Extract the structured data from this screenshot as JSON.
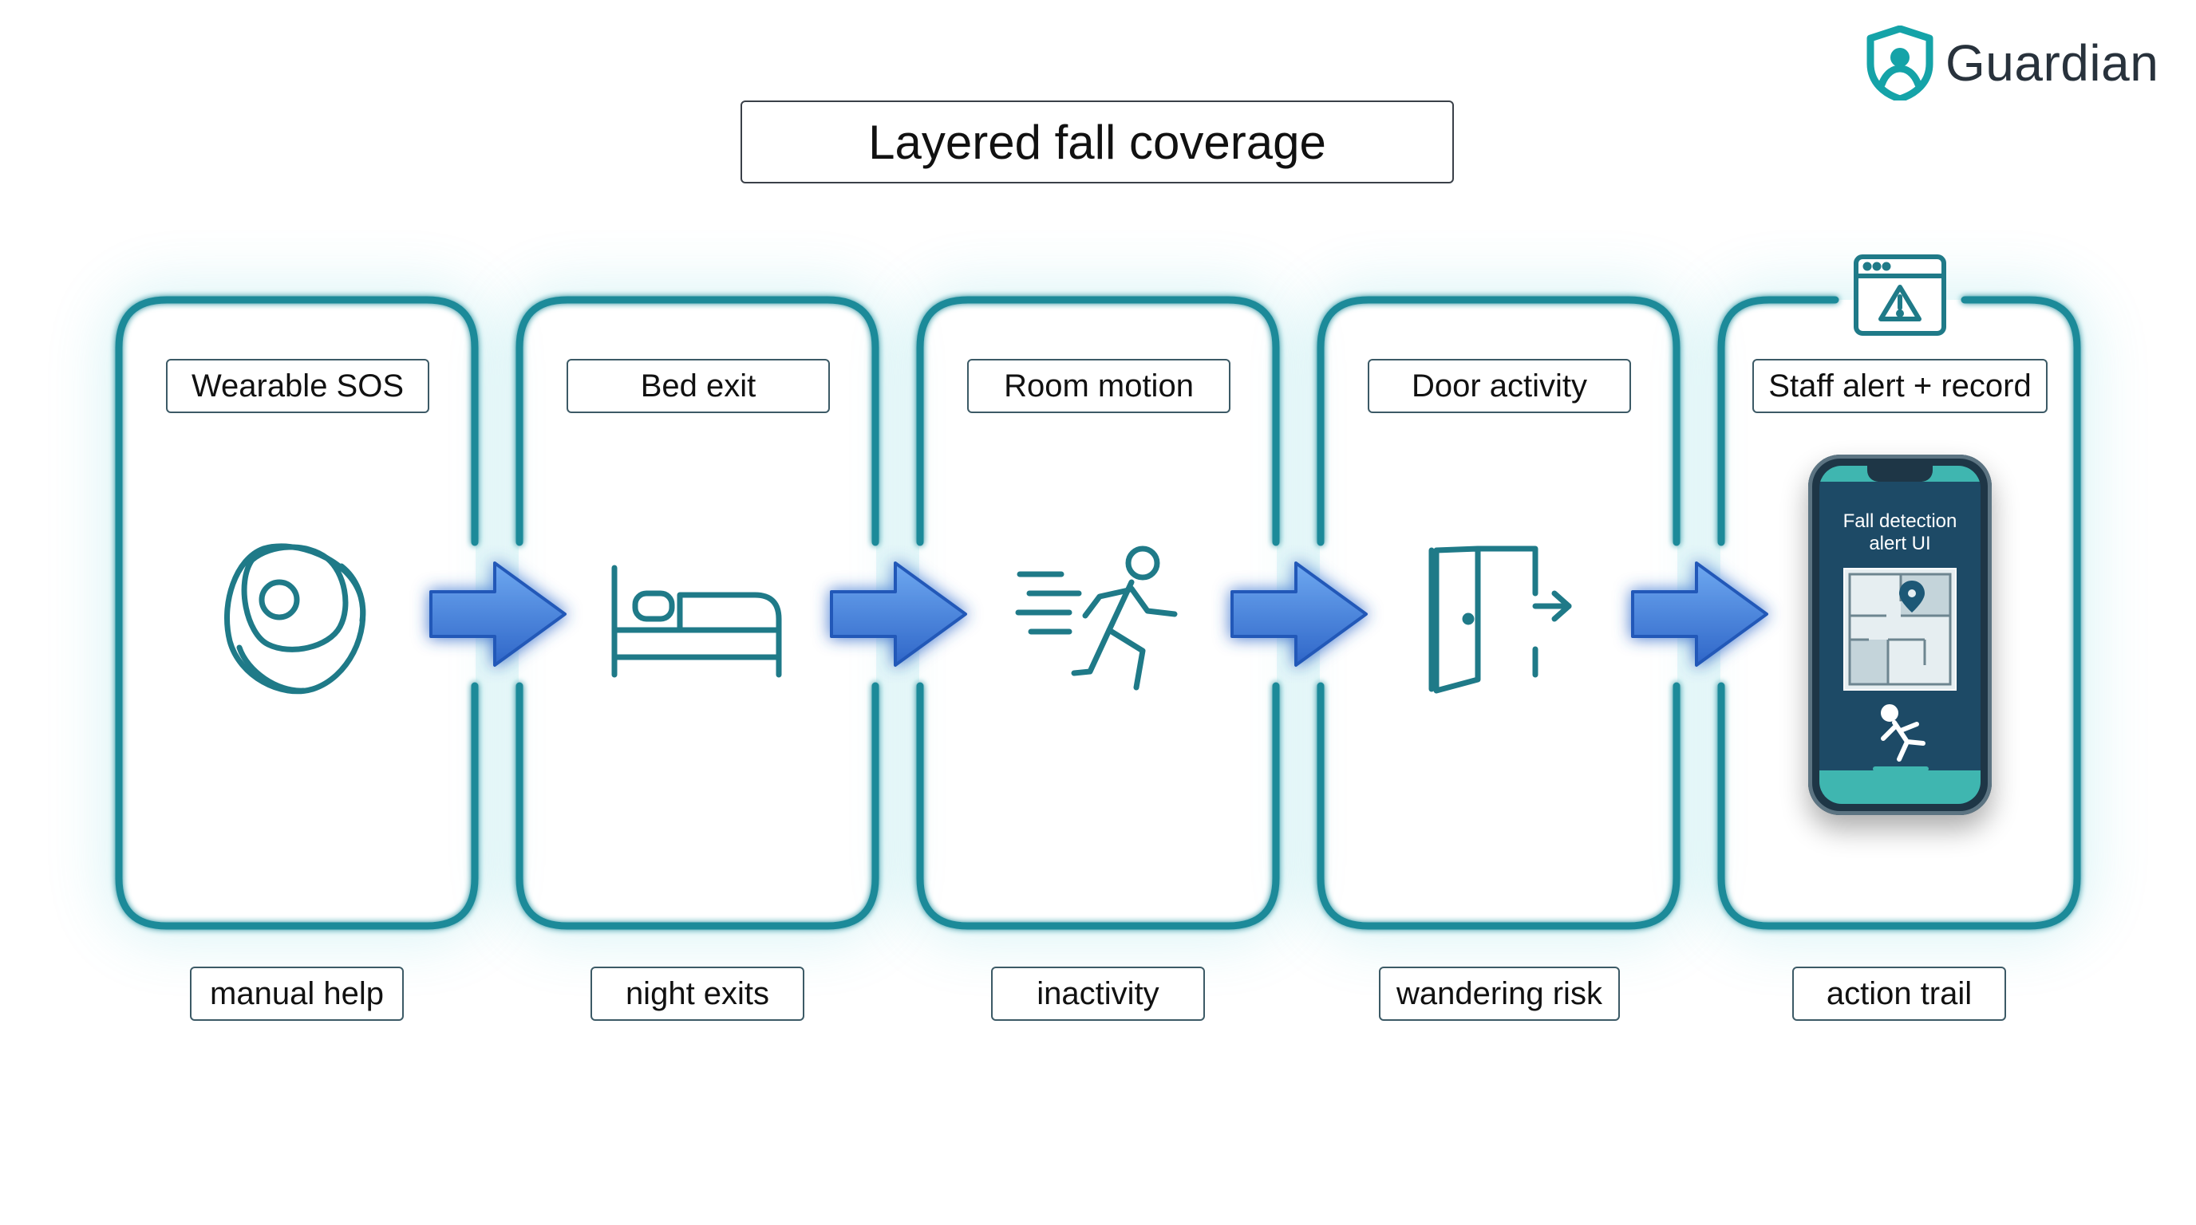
{
  "brand": {
    "name": "Guardian",
    "icon": "shield-person-icon",
    "color": "#15a3a8"
  },
  "title": "Layered fall coverage",
  "colors": {
    "card_stroke": "#1f8a99",
    "arrow": "#2f6fd0",
    "icon_stroke": "#1f7a88"
  },
  "stages": [
    {
      "label": "Wearable SOS",
      "icon": "wearable-sos-icon",
      "caption": "manual help"
    },
    {
      "label": "Bed exit",
      "icon": "bed-icon",
      "caption": "night exits"
    },
    {
      "label": "Room motion",
      "icon": "running-person-icon",
      "caption": "inactivity"
    },
    {
      "label": "Door activity",
      "icon": "door-exit-icon",
      "caption": "wandering risk"
    },
    {
      "label": "Staff alert + record",
      "icon": "phone-alert-icon",
      "caption": "action trail"
    }
  ],
  "phone": {
    "caption_line1": "Fall detection",
    "caption_line2": "alert UI"
  },
  "badge_icon": "browser-warning-icon"
}
